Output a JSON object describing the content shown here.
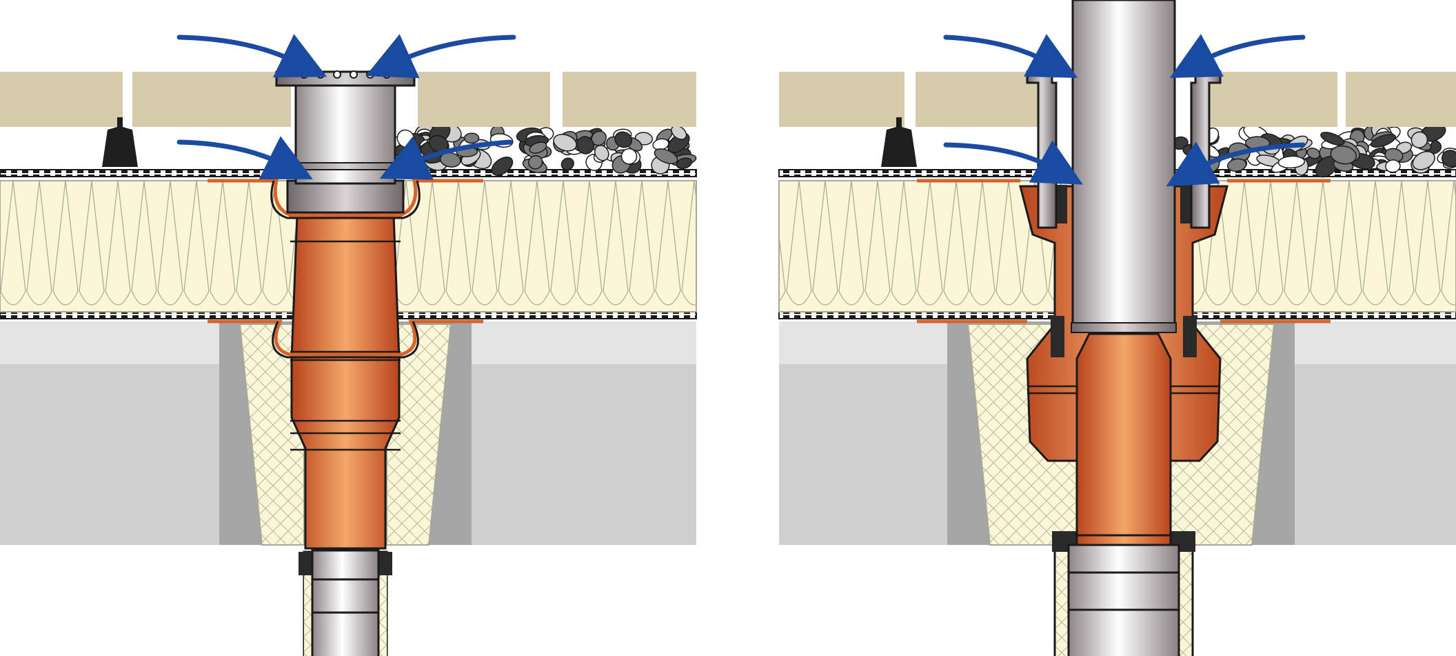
{
  "figure": {
    "panels": [
      {
        "id": "left",
        "variant": "drain-body-with-upper-extension"
      },
      {
        "id": "right",
        "variant": "drain-body-with-vent-pipe"
      }
    ],
    "labels": []
  },
  "colors": {
    "background": "#ffffff",
    "paving": "#d6ccab",
    "insulation": "#fbf7d6",
    "insulation_line": "#a7a79a",
    "concrete_light": "#e4e4e4",
    "concrete_mid": "#cfcfcf",
    "concrete_dark": "#a6a6a6",
    "membrane": "#1a1a1a",
    "orange_pipe": "#d6622e",
    "orange_highlight": "#f4a66a",
    "steel": "#b9b3b6",
    "steel_highlight": "#ffffff",
    "arrow": "#1a4aa2",
    "gravel_dark": "#3a3a3a",
    "gravel_light": "#ffffff"
  },
  "icons": {
    "flow": "water-flow-arrow-icon",
    "support": "paving-support-pad-icon"
  }
}
